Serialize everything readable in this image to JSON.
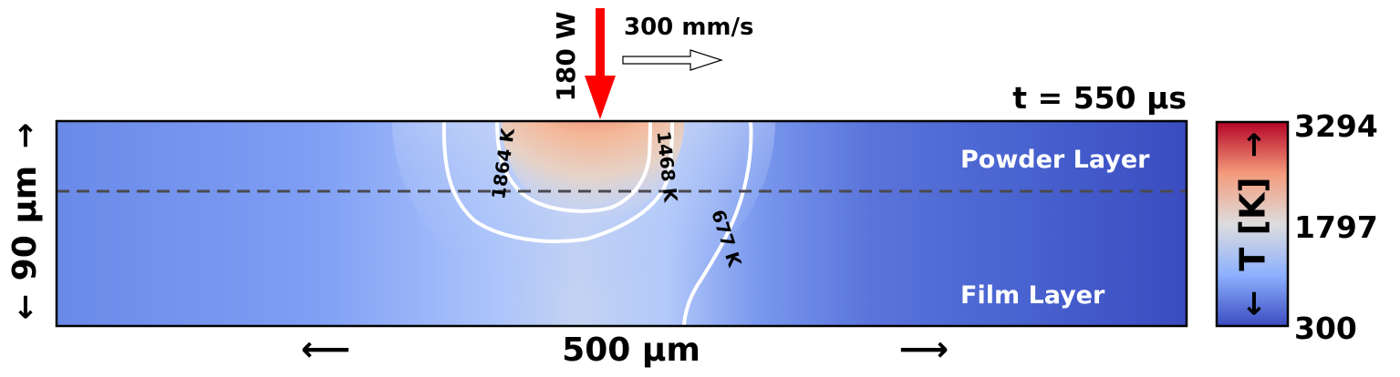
{
  "laser": {
    "power_label": "180 W",
    "speed_label": "300 mm/s",
    "beam_color": "#ff0000"
  },
  "time_label": "t = 550 µs",
  "layers": {
    "powder_label": "Powder Layer",
    "film_label": "Film Layer"
  },
  "isotherms": [
    {
      "label": "1864 K"
    },
    {
      "label": "1468 K"
    },
    {
      "label": "677 K"
    }
  ],
  "dimensions": {
    "width_label": "500 µm",
    "height_label": "90 µm",
    "left_arrow": "⟵",
    "right_arrow": "⟶"
  },
  "colorbar": {
    "label": "T [K]",
    "max_label": "3294",
    "mid_label": "1797",
    "min_label": "300",
    "colormap": [
      "#3b4cc0",
      "#8db0fe",
      "#dddddd",
      "#f49a7b",
      "#b40426"
    ]
  }
}
